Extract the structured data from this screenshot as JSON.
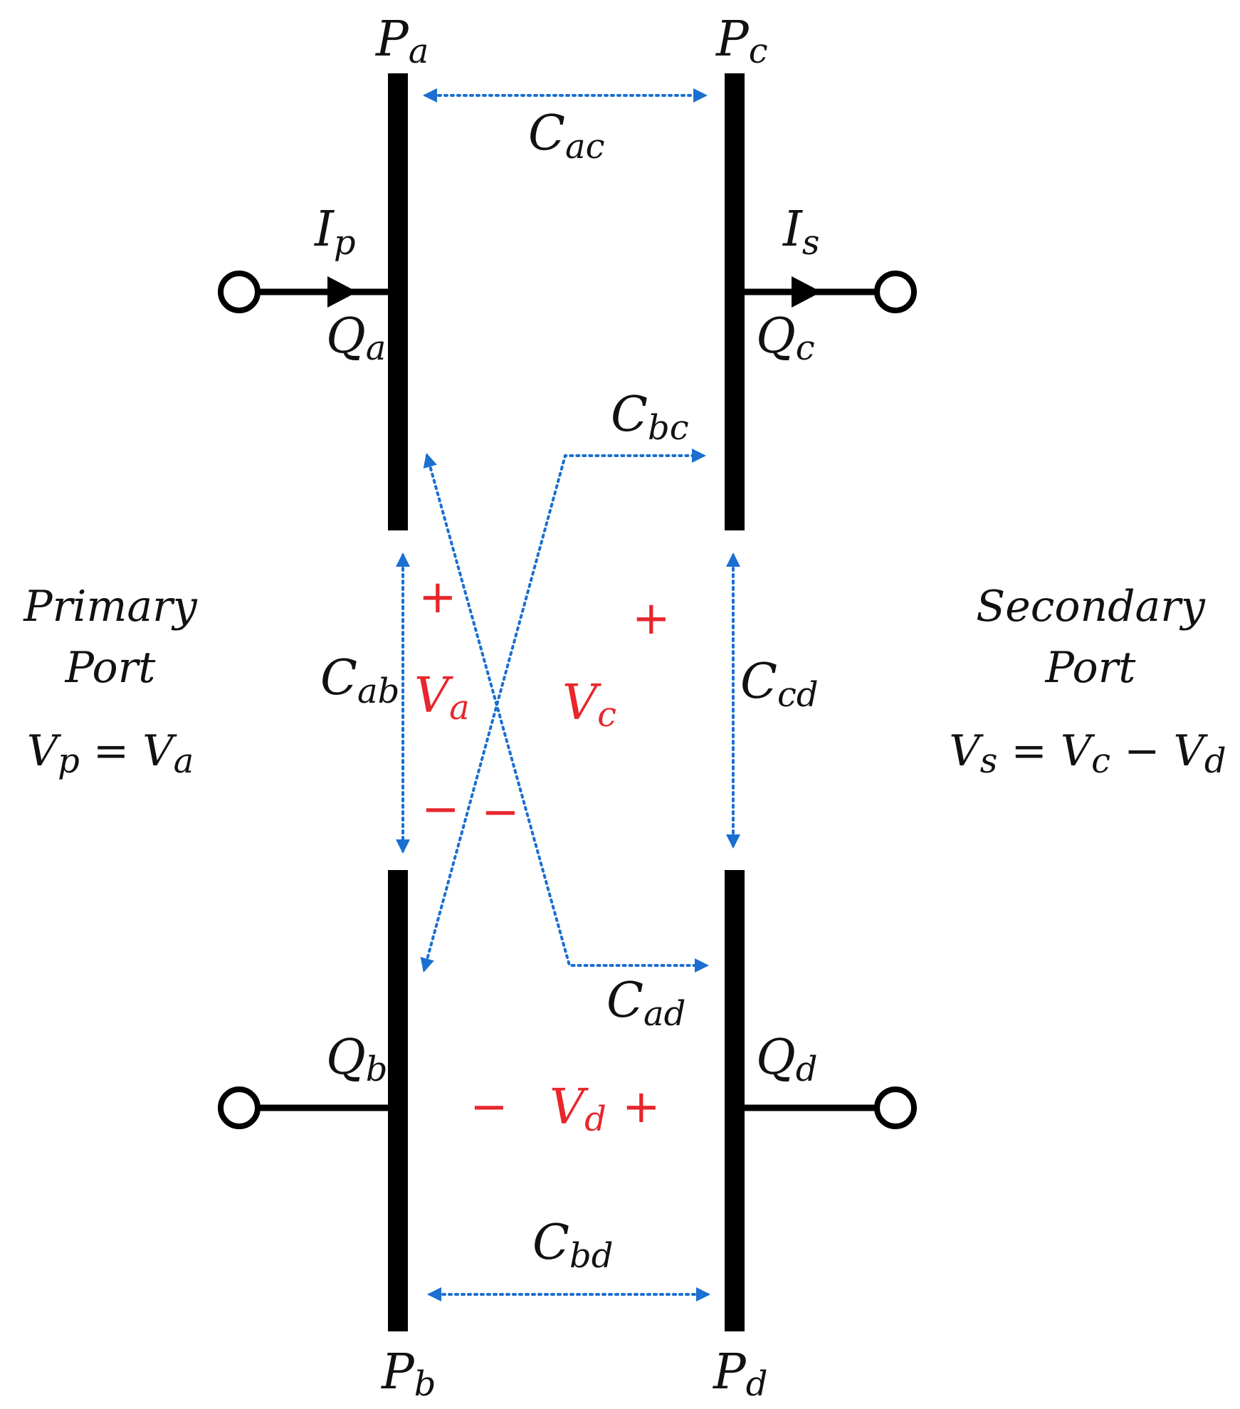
{
  "nodes": {
    "pa": {
      "main": "P",
      "sub": "a"
    },
    "pb": {
      "main": "P",
      "sub": "b"
    },
    "pc": {
      "main": "P",
      "sub": "c"
    },
    "pd": {
      "main": "P",
      "sub": "d"
    }
  },
  "currents": {
    "ip": {
      "main": "I",
      "sub": "p"
    },
    "is": {
      "main": "I",
      "sub": "s"
    }
  },
  "charges": {
    "qa": {
      "main": "Q",
      "sub": "a"
    },
    "qb": {
      "main": "Q",
      "sub": "b"
    },
    "qc": {
      "main": "Q",
      "sub": "c"
    },
    "qd": {
      "main": "Q",
      "sub": "d"
    }
  },
  "capacitances": {
    "cac": {
      "main": "C",
      "sub": "ac"
    },
    "cbc": {
      "main": "C",
      "sub": "bc"
    },
    "cab": {
      "main": "C",
      "sub": "ab"
    },
    "ccd": {
      "main": "C",
      "sub": "cd"
    },
    "cad": {
      "main": "C",
      "sub": "ad"
    },
    "cbd": {
      "main": "C",
      "sub": "bd"
    }
  },
  "voltages": {
    "va": {
      "main": "V",
      "sub": "a"
    },
    "vc": {
      "main": "V",
      "sub": "c"
    },
    "vd": {
      "main": "V",
      "sub": "d"
    }
  },
  "signs": {
    "plus": "+",
    "minus": "−"
  },
  "ports": {
    "primary": {
      "line1": "Primary",
      "line2": "Port",
      "eq": {
        "v": "V",
        "v_sub": "p",
        "equals": " = ",
        "rhs": "V",
        "rhs_sub": "a"
      }
    },
    "secondary": {
      "line1": "Secondary",
      "line2": "Port",
      "eq": {
        "v": "V",
        "v_sub": "s",
        "equals": " = ",
        "rhs1": "V",
        "rhs1_sub": "c",
        "minus": " − ",
        "rhs2": "V",
        "rhs2_sub": "d"
      }
    }
  },
  "colors": {
    "plate": "#000000",
    "coupling": "#1a6fd1",
    "voltage": "#e8262c"
  }
}
